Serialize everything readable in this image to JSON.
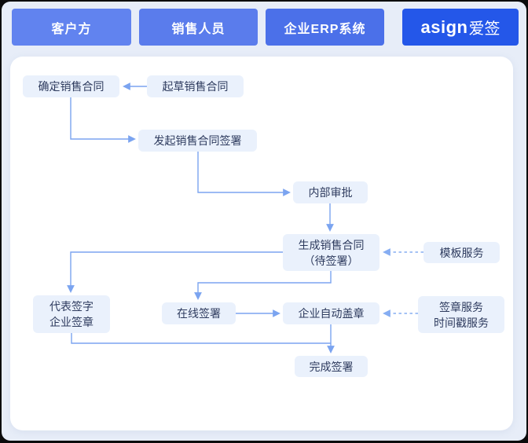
{
  "header": {
    "lanes": [
      {
        "label": "客户方",
        "color": "#6183ef"
      },
      {
        "label": "销售人员",
        "color": "#5a7cec"
      },
      {
        "label": "企业ERP系统",
        "color": "#4b70e9"
      },
      {
        "label": "asign爱签",
        "color": "#2457e9",
        "logo_latin": "asign",
        "logo_cjk": "爱签"
      }
    ]
  },
  "flow": {
    "nodes": {
      "confirm": {
        "label": "确定销售合同"
      },
      "draft": {
        "label": "起草销售合同"
      },
      "initiate": {
        "label": "发起销售合同签署"
      },
      "approve": {
        "label": "内部审批"
      },
      "generate": {
        "label": "生成销售合同\n（待签署）"
      },
      "template": {
        "label": "模板服务"
      },
      "rep_sign": {
        "label": "代表签字\n企业签章"
      },
      "online_sign": {
        "label": "在线签署"
      },
      "auto_seal": {
        "label": "企业自动盖章"
      },
      "seal_service": {
        "label": "签章服务\n时间戳服务"
      },
      "complete": {
        "label": "完成签署"
      }
    },
    "edges": [
      {
        "from": "draft",
        "to": "confirm",
        "style": "solid"
      },
      {
        "from": "confirm",
        "to": "initiate",
        "style": "solid"
      },
      {
        "from": "initiate",
        "to": "approve",
        "style": "solid"
      },
      {
        "from": "approve",
        "to": "generate",
        "style": "solid"
      },
      {
        "from": "generate",
        "to": "rep_sign",
        "style": "solid"
      },
      {
        "from": "generate",
        "to": "online_sign",
        "style": "solid"
      },
      {
        "from": "online_sign",
        "to": "auto_seal",
        "style": "solid"
      },
      {
        "from": "template",
        "to": "generate",
        "style": "dashed"
      },
      {
        "from": "seal_service",
        "to": "auto_seal",
        "style": "dashed"
      },
      {
        "from": "auto_seal",
        "to": "complete",
        "style": "solid"
      },
      {
        "from": "rep_sign",
        "to": "complete",
        "style": "solid"
      }
    ]
  },
  "colors": {
    "canvas": "#e7edf8",
    "panel": "#ffffff",
    "node_bg": "#eaf1fc",
    "node_text": "#2e3b5e",
    "arrow": "#7ba4f0",
    "arrow_dashed": "#86adf2",
    "frame": "#0b0b0c"
  }
}
